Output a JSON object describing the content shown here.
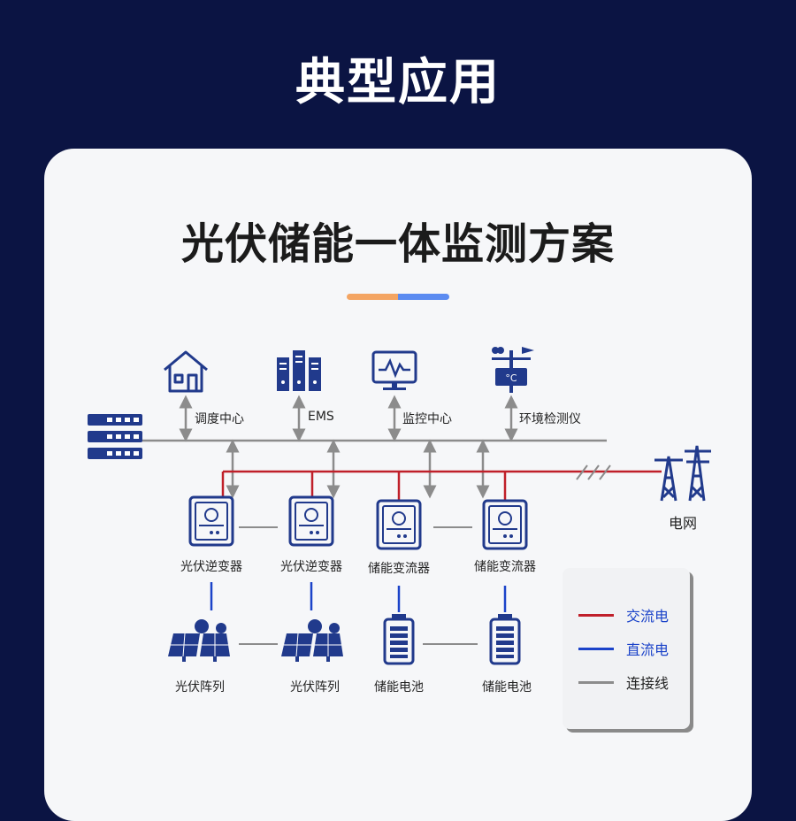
{
  "header": {
    "title": "典型应用"
  },
  "card": {
    "title": "光伏储能一体监测方案"
  },
  "colors": {
    "ac": "#c0202a",
    "dc": "#1b43c9",
    "connect": "#8c8c8c",
    "icon": "#213a8c"
  },
  "top_nodes": [
    {
      "label": "调度中心",
      "icon": "house-icon"
    },
    {
      "label": "EMS",
      "icon": "server-rack-icon"
    },
    {
      "label": "监控中心",
      "icon": "monitor-icon"
    },
    {
      "label": "环境检测仪",
      "icon": "weather-station-icon"
    }
  ],
  "grid": {
    "label": "电网",
    "icon": "power-tower-icon"
  },
  "converters": [
    {
      "label": "光伏逆变器"
    },
    {
      "label": "光伏逆变器"
    },
    {
      "label": "储能变流器"
    },
    {
      "label": "储能变流器"
    }
  ],
  "sources": [
    {
      "label": "光伏阵列",
      "icon": "solar-panel-icon"
    },
    {
      "label": "光伏阵列",
      "icon": "solar-panel-icon"
    },
    {
      "label": "储能电池",
      "icon": "battery-icon"
    },
    {
      "label": "储能电池",
      "icon": "battery-icon"
    }
  ],
  "legend": [
    {
      "label": "交流电",
      "color": "#c0202a",
      "text_color": "#1b43c9"
    },
    {
      "label": "直流电",
      "color": "#1b43c9",
      "text_color": "#1b43c9"
    },
    {
      "label": "连接线",
      "color": "#8c8c8c",
      "text_color": "#222222"
    }
  ]
}
